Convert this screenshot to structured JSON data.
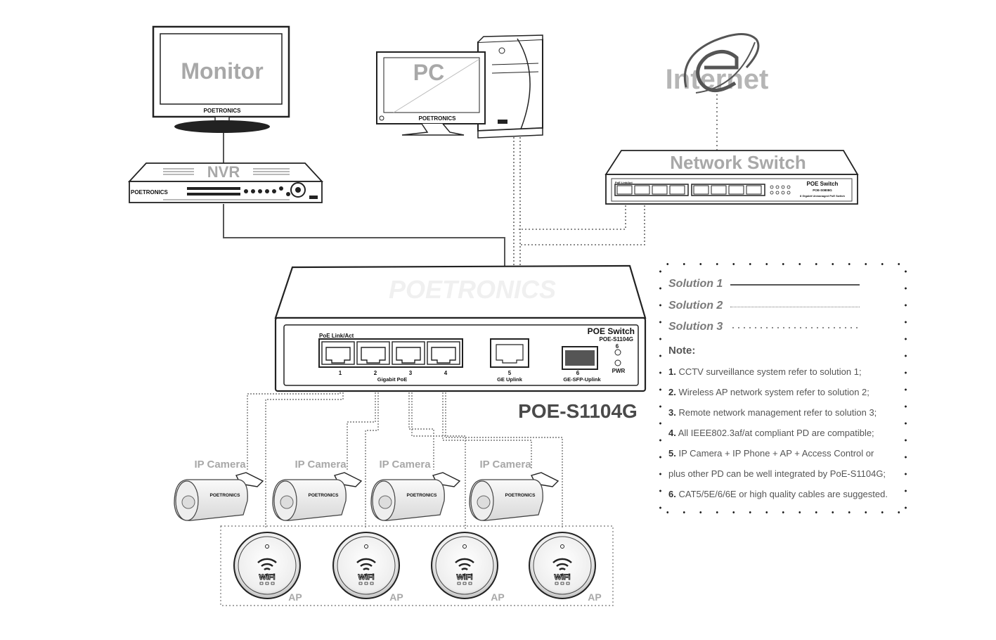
{
  "devices": {
    "monitor": {
      "label": "Monitor",
      "brand": "POETRONICS"
    },
    "pc": {
      "label": "PC",
      "brand": "POETRONICS"
    },
    "internet": {
      "label": "Internet"
    },
    "nvr": {
      "label": "NVR",
      "brand": "POETRONICS"
    },
    "network_switch": {
      "label": "Network Switch",
      "panel_title": "POE Switch",
      "panel_model": "POE-S0808G",
      "panel_desc": "8 Gigabit Unmanaged PoE Switch",
      "port_labels": "PoE   Link/Act"
    }
  },
  "main_switch": {
    "watermark": "POETRONICS",
    "panel_title": "POE Switch",
    "panel_model": "POE-S1104G",
    "port_header": "PoE   Link/Act",
    "port_numbers": [
      "1",
      "2",
      "3",
      "4"
    ],
    "gigabit_label": "Gigabit PoE",
    "uplink_number": "5",
    "uplink_label": "GE Uplink",
    "sfp_number": "6",
    "sfp_label": "GE-SFP-Uplink",
    "led_number": "6",
    "pwr_label": "PWR",
    "model_caption": "POE-S1104G"
  },
  "cameras": {
    "label": "IP Camera",
    "brand": "POETRONICS",
    "items": [
      "IP Camera",
      "IP Camera",
      "IP Camera",
      "IP Camera"
    ]
  },
  "access_points": {
    "label": "AP",
    "wifi_text": "WiFi",
    "items": [
      "AP",
      "AP",
      "AP",
      "AP"
    ]
  },
  "legend": {
    "solutions": [
      {
        "label": "Solution 1",
        "style": "solid"
      },
      {
        "label": "Solution 2",
        "style": "dotted"
      },
      {
        "label": "Solution 3",
        "style": "sparse-dotted"
      }
    ],
    "note_title": "Note:",
    "notes": [
      {
        "num": "1.",
        "text": "CCTV surveillance system refer to solution 1;"
      },
      {
        "num": "2.",
        "text": "Wireless AP network system refer to solution 2;"
      },
      {
        "num": "3.",
        "text": "Remote network management refer to solution 3;"
      },
      {
        "num": "4.",
        "text": "All IEEE802.3af/at compliant PD are compatible;"
      },
      {
        "num": "5.",
        "text": "IP Camera + IP Phone + AP + Access Control or"
      },
      {
        "num": "",
        "text": "plus other PD can be well integrated by PoE-S1104G;"
      },
      {
        "num": "6.",
        "text": "CAT5/5E/6/6E or high quality cables are suggested."
      }
    ]
  },
  "colors": {
    "line": "#555555",
    "label_grey": "#a8a8a8",
    "outline": "#222222"
  }
}
